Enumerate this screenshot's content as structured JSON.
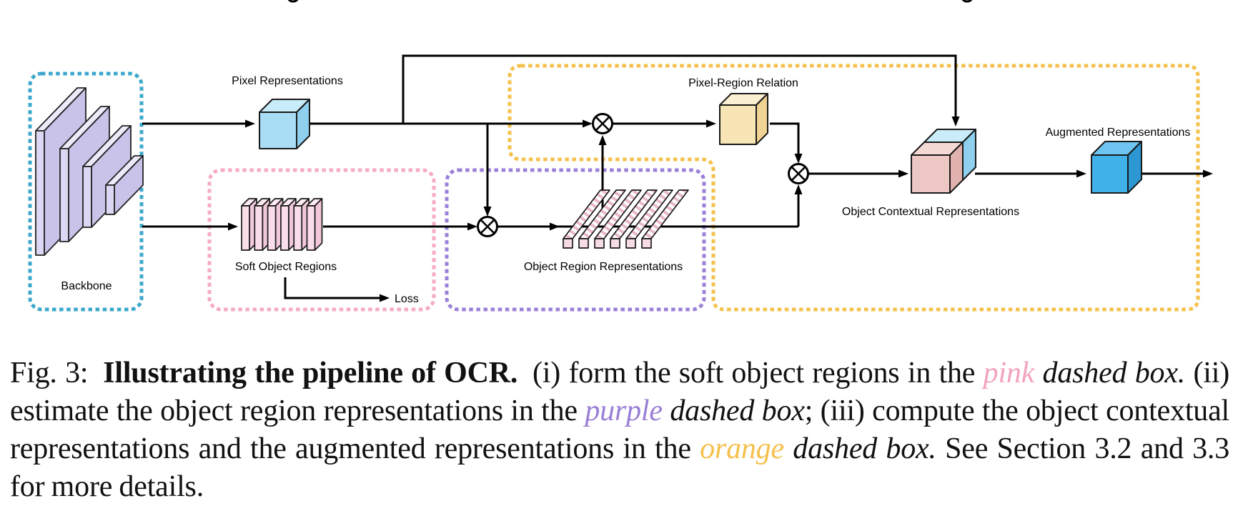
{
  "diagram": {
    "labels": {
      "backbone": "Backbone",
      "pixel_representations": "Pixel Representations",
      "soft_object_regions": "Soft Object Regions",
      "loss": "Loss",
      "object_region_representations": "Object Region Representations",
      "pixel_region_relation": "Pixel-Region Relation",
      "object_contextual_representations": "Object Contextual Representations",
      "augmented_representations": "Augmented Representations"
    },
    "operators": {
      "symbol": "⊗",
      "count": 3
    },
    "colors": {
      "backbone_box_stroke": "#3da8cc",
      "pink_box_stroke": "#f6abc6",
      "purple_box_stroke": "#9b80d8",
      "orange_box_stroke": "#f4c14c",
      "pixel_cube": "#a8ddf5",
      "relation_cube": "#f8e5b6",
      "context_cube_pink": "#edc7c3",
      "context_cube_blue": "#a8ddf5",
      "augmented_cube": "#41b1e9",
      "backbone_plate": "#dcd8f3",
      "soft_region_plate": "#f9dde8",
      "region_bar_stripe": "#e9b9ca",
      "line": "#000000"
    }
  },
  "caption": {
    "figure_label": "Fig. 3:",
    "segments": [
      {
        "t": "Fig. 3: ",
        "s": "r"
      },
      {
        "t": "Illustrating the pipeline of OCR.",
        "s": "b"
      },
      {
        "t": " (i) form the soft object regions in the ",
        "s": "r"
      },
      {
        "t": "pink",
        "s": "i",
        "c": "#f2a3c0"
      },
      {
        "t": " dashed box.",
        "s": "i"
      },
      {
        "t": " (ii) estimate the object region representations in the ",
        "s": "r"
      },
      {
        "t": "purple",
        "s": "i",
        "c": "#9a7fd6"
      },
      {
        "t": " dashed box",
        "s": "i"
      },
      {
        "t": "; (iii) compute the object contextual representations and the augmented representations in the ",
        "s": "r"
      },
      {
        "t": "orange",
        "s": "i",
        "c": "#f5c04a"
      },
      {
        "t": " dashed box.",
        "s": "i"
      },
      {
        "t": " See Section 3.2 and 3.3 for more details.",
        "s": "r"
      }
    ]
  }
}
